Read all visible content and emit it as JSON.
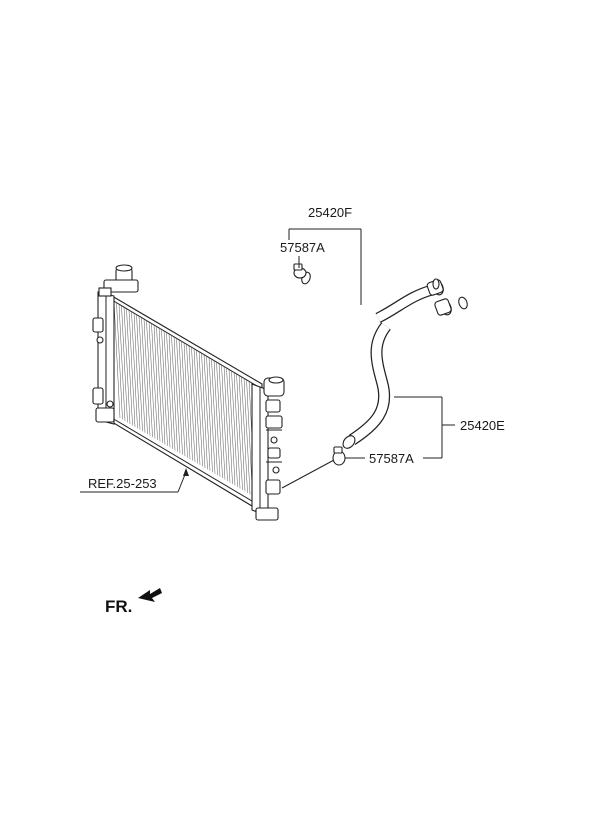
{
  "labels": {
    "hose_upper": "25420F",
    "hose_lower": "25420E",
    "clamp_upper": "57587A",
    "clamp_lower": "57587A",
    "reference": "REF.25-253",
    "front": "FR."
  }
}
